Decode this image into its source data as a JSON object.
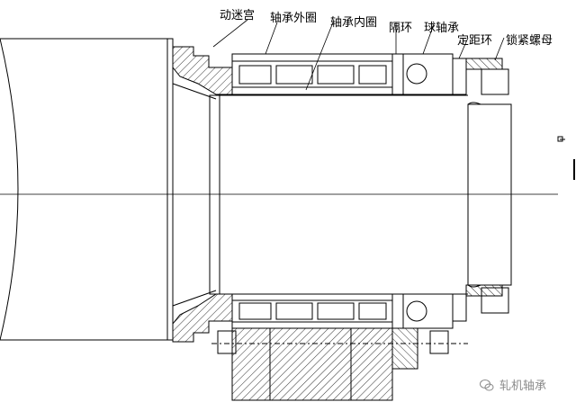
{
  "labels": {
    "labyrinth": "动迷宫",
    "outer_ring": "轴承外圈",
    "inner_ring": "轴承内圈",
    "spacer": "隔环",
    "ball_bearing": "球轴承",
    "locating_ring": "定距环",
    "lock_nut": "锁紧螺母"
  },
  "watermark": {
    "text": "轧机轴承",
    "icon": "wechat-icon"
  },
  "colors": {
    "line": "#000000",
    "hatch": "#000000",
    "watermark": "#8a8a8a"
  }
}
